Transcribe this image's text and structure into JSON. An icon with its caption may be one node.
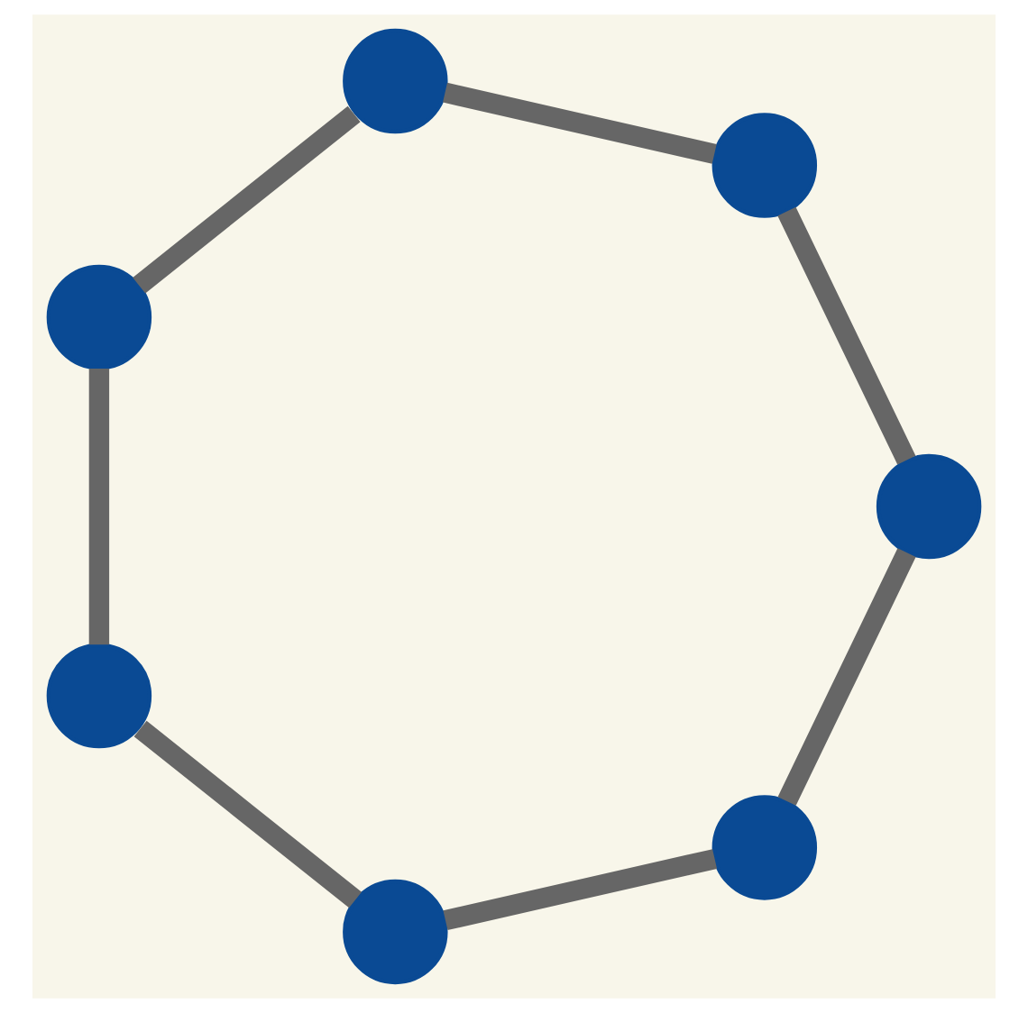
{
  "diagram": {
    "nodes": [
      {
        "text": [],
        "shape": "circle"
      },
      {
        "text": [],
        "shape": "circle"
      },
      {
        "text": [],
        "shape": "circle"
      },
      {
        "text": [],
        "shape": "circle"
      },
      {
        "text": [],
        "shape": "circle"
      },
      {
        "text": [],
        "shape": "circle"
      },
      {
        "text": [],
        "shape": "circle"
      }
    ],
    "edges": [
      {
        "from": 0,
        "to": 1,
        "arrow": "none"
      },
      {
        "from": 1,
        "to": 3,
        "arrow": "none"
      },
      {
        "from": 3,
        "to": 6,
        "arrow": "none"
      },
      {
        "from": 6,
        "to": 5,
        "arrow": "none"
      },
      {
        "from": 5,
        "to": 4,
        "arrow": "none"
      },
      {
        "from": 4,
        "to": 2,
        "arrow": "none"
      },
      {
        "from": 2,
        "to": 0,
        "arrow": "none"
      }
    ]
  }
}
